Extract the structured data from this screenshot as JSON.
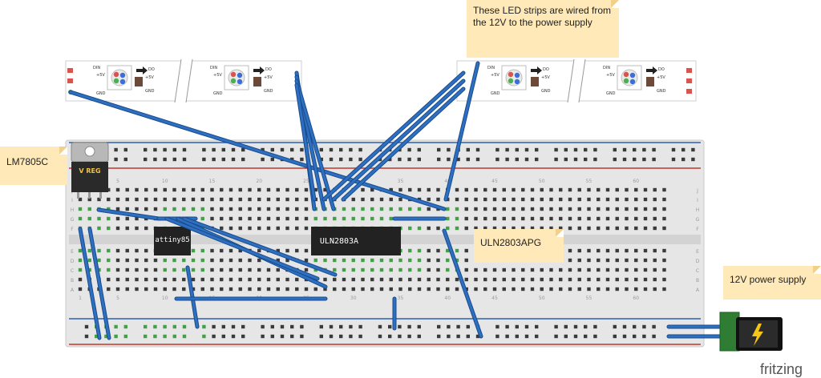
{
  "notes": {
    "led_strips": "These LED strips are wired from the 12V to the power supply",
    "regulator": "LM7805C",
    "driver": "ULN2803APG",
    "power": "12V power supply"
  },
  "chips": {
    "mcu": "attiny85",
    "driver": "ULN2803A",
    "regulator": "V REG"
  },
  "led_strip": {
    "din": "DIN",
    "vcc": "+5V",
    "gnd": "GND",
    "do": "DO"
  },
  "breadboard": {
    "row_letters": [
      "J",
      "I",
      "H",
      "G",
      "F",
      "E",
      "D",
      "C",
      "B",
      "A"
    ],
    "col_numbers": [
      "1",
      "5",
      "10",
      "15",
      "20",
      "25",
      "30",
      "35",
      "40",
      "45",
      "50",
      "55",
      "60"
    ]
  },
  "brand": "fritzing",
  "colors": {
    "wire": "#2f6fbf",
    "wire_edge": "#184c8f",
    "board": "#e8e8e8",
    "note": "#ffe9b8",
    "rail_red": "#c0392b",
    "rail_blue": "#2f5fb0",
    "hole_active": "#4caf50"
  }
}
